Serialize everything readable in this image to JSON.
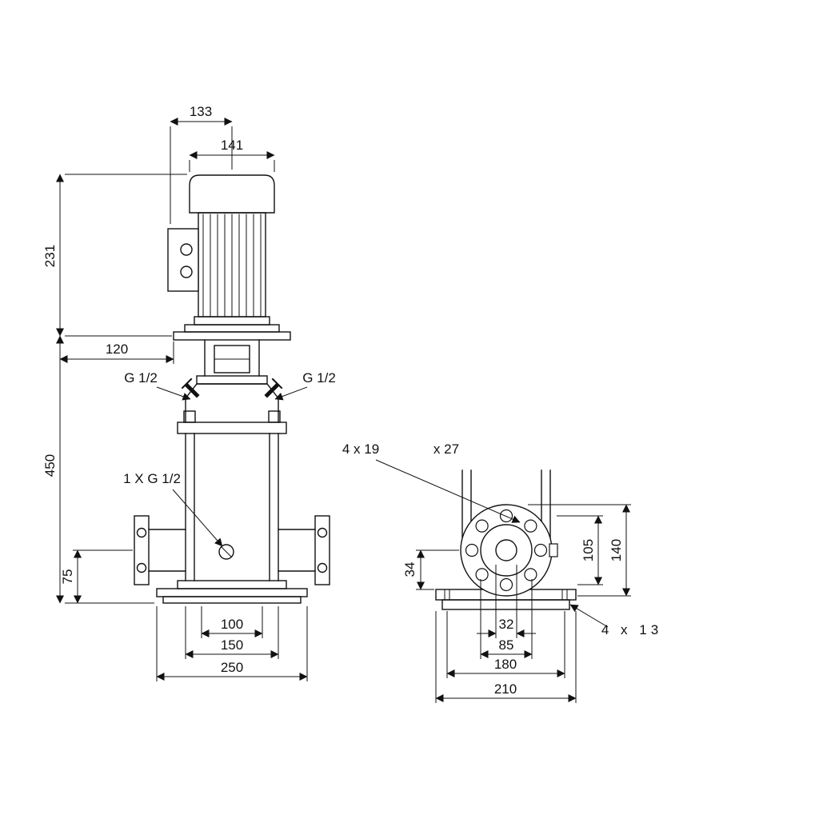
{
  "drawing": {
    "front_view": {
      "dim_133": "133",
      "dim_141": "141",
      "dim_231": "231",
      "dim_120": "120",
      "dim_450": "450",
      "dim_75": "75",
      "dim_100": "100",
      "dim_150": "150",
      "dim_250": "250",
      "label_g12_left": "G 1/2",
      "label_g12_right": "G 1/2",
      "label_drain": "1 X G 1/2"
    },
    "side_view": {
      "label_flange_holes": "4 x 19",
      "label_flange_holes_depth": "x 27",
      "dim_34": "34",
      "dim_105": "105",
      "dim_140": "140",
      "dim_32": "32",
      "dim_85": "85",
      "dim_180": "180",
      "dim_210": "210",
      "label_base_holes": "4 x 13"
    }
  },
  "colors": {
    "line": "#111111",
    "background": "#ffffff"
  }
}
